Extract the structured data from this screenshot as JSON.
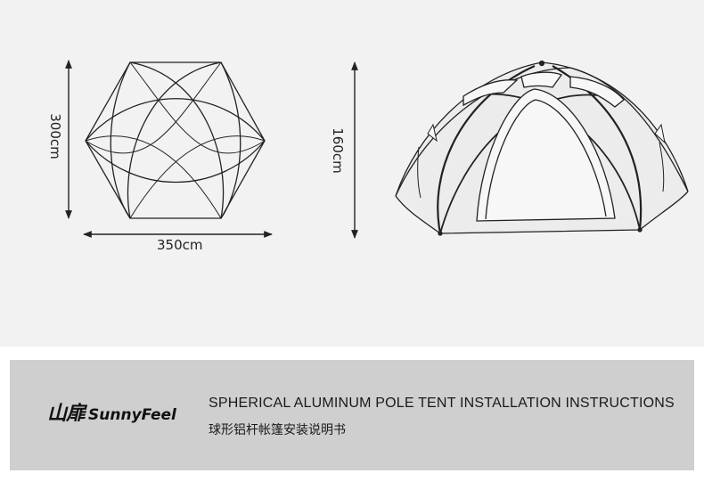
{
  "dimensions": {
    "depth": "300cm",
    "width": "350cm",
    "height": "160cm"
  },
  "brand": {
    "name_cn": "山扉",
    "name_en": "SunnyFeel"
  },
  "title": {
    "en": "SPHERICAL ALUMINUM POLE TENT INSTALLATION INSTRUCTIONS",
    "cn": "球形铝杆帐篷安装说明书"
  },
  "colors": {
    "diagram_background": "#f2f2f2",
    "banner_background": "#cfcfcf",
    "line": "#222222"
  }
}
